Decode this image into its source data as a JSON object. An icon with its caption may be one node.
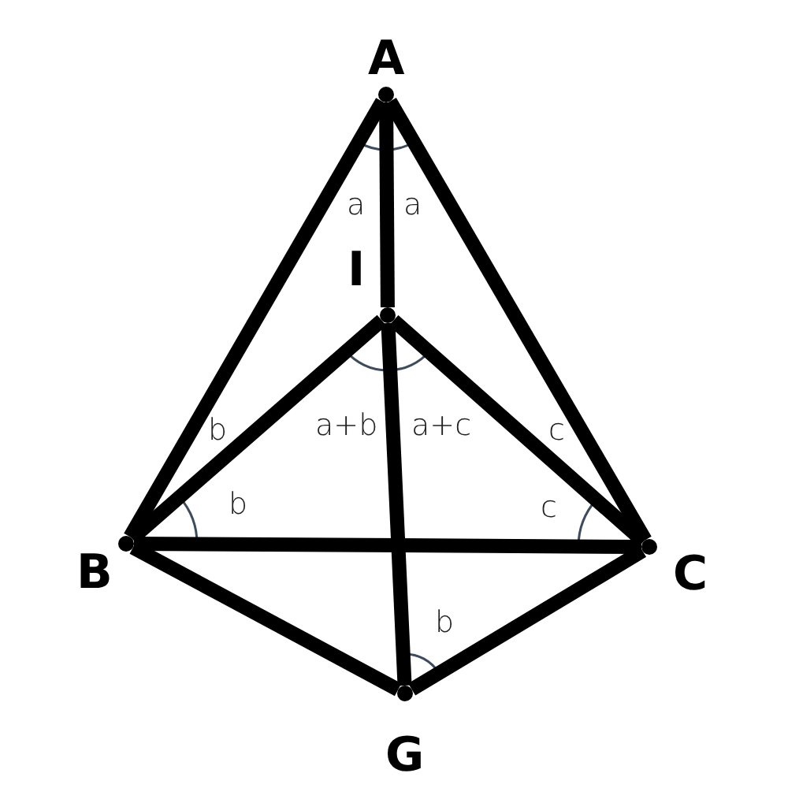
{
  "diagram": {
    "nodes": [
      {
        "text": [
          "A"
        ]
      },
      {
        "text": [
          "I"
        ]
      },
      {
        "text": [
          "B"
        ]
      },
      {
        "text": [
          "C"
        ]
      },
      {
        "text": [
          "G"
        ]
      }
    ],
    "edges": [
      {
        "from": 0,
        "to": 2,
        "arrow": "none"
      },
      {
        "from": 0,
        "to": 3,
        "arrow": "none"
      },
      {
        "from": 0,
        "to": 1,
        "arrow": "none"
      },
      {
        "from": 2,
        "to": 1,
        "arrow": "none"
      },
      {
        "from": 3,
        "to": 1,
        "arrow": "none"
      },
      {
        "from": 2,
        "to": 3,
        "arrow": "none"
      },
      {
        "from": 1,
        "to": 4,
        "arrow": "none"
      },
      {
        "from": 2,
        "to": 4,
        "arrow": "none"
      },
      {
        "from": 3,
        "to": 4,
        "arrow": "none"
      }
    ],
    "labels": [
      "a",
      "a",
      "b",
      "a+b",
      "a+c",
      "c",
      "b",
      "c",
      "b"
    ]
  }
}
